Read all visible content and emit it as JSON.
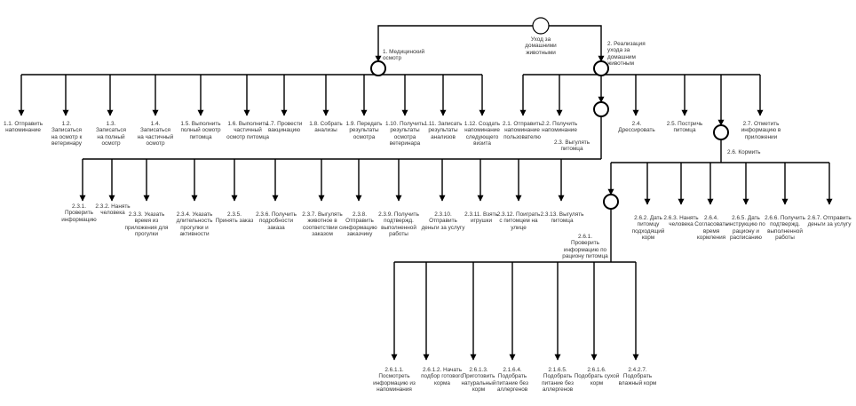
{
  "diagram": {
    "title": "Уход за\nдомашними\nживотными",
    "nodes": [
      {
        "id": "root",
        "label": "Уход за\nдомашними\nживотными"
      },
      {
        "id": "n1",
        "label": "1. Медицинский\nосмотр"
      },
      {
        "id": "n2",
        "label": "2. Реализация\nухода за\nдомашним\nживотным"
      },
      {
        "id": "n1_1",
        "label": "1.1. Отправить\nнапоминание"
      },
      {
        "id": "n1_2",
        "label": "1.2. Записаться\nна осмотр к\nветеринару"
      },
      {
        "id": "n1_3",
        "label": "1.3. Записаться\nна полный\nосмотр"
      },
      {
        "id": "n1_4",
        "label": "1.4. Записаться\nна частичный\nосмотр"
      },
      {
        "id": "n1_5",
        "label": "1.5. Выполнить\nполный осмотр\nпитомца"
      },
      {
        "id": "n1_6",
        "label": "1.6. Выполнить\nчастичный\nосмотр питомца"
      },
      {
        "id": "n1_7",
        "label": "1.7. Провести\nвакцинацию"
      },
      {
        "id": "n1_8",
        "label": "1.8. Собрать\nанализы"
      },
      {
        "id": "n1_9",
        "label": "1.9. Передать\nрезультаты\nосмотра"
      },
      {
        "id": "n1_10",
        "label": "1.10. Получить\nрезультаты\nосмотра\nветеринара"
      },
      {
        "id": "n1_11",
        "label": "1.11. Записать\nрезультаты\nанализов"
      },
      {
        "id": "n1_12",
        "label": "1.12. Создать\nнапоминание\nследующего\nвизита"
      },
      {
        "id": "n2_1",
        "label": "2.1. Отправить\nнапоминание\nпользователю"
      },
      {
        "id": "n2_2",
        "label": "2.2. Получить\nнапоминание"
      },
      {
        "id": "n2_3",
        "label": "2.3. Выгулять\nпитомца"
      },
      {
        "id": "n2_4",
        "label": "2.4.\nДрессировать"
      },
      {
        "id": "n2_5",
        "label": "2.5. Постричь\nпитомца"
      },
      {
        "id": "n2_6",
        "label": "2.6. Кормить"
      },
      {
        "id": "n2_7",
        "label": "2.7. Отметить\nинформацию в\nприложении"
      },
      {
        "id": "n2_3_1",
        "label": "2.3.1.\nПроверить\nинформацию"
      },
      {
        "id": "n2_3_2",
        "label": "2.3.2. Нанять\nчеловека"
      },
      {
        "id": "n2_3_3",
        "label": "2.3.3. Указать\nвремя из\nприложения для\nпрогулки"
      },
      {
        "id": "n2_3_4",
        "label": "2.3.4. Указать\nдлительность\nпрогулки и\nактивности"
      },
      {
        "id": "n2_3_5",
        "label": "2.3.5.\nПринять заказ"
      },
      {
        "id": "n2_3_6",
        "label": "2.3.6. Получить\nподробности\nзаказа"
      },
      {
        "id": "n2_3_7",
        "label": "2.3.7. Выгулять\nживотное в\nсоответствии с\nзаказом"
      },
      {
        "id": "n2_3_8",
        "label": "2.3.8.\nОтправить\nинформацию\nзаказчику"
      },
      {
        "id": "n2_3_9",
        "label": "2.3.9. Получить\nподтвержд.\nвыполненной\nработы"
      },
      {
        "id": "n2_3_10",
        "label": "2.3.10.\nОтправить\nденьги за услугу"
      },
      {
        "id": "n2_3_11",
        "label": "2.3.11. Взять\nигрушки"
      },
      {
        "id": "n2_3_12",
        "label": "2.3.12. Поиграть\nс питомцем на\nулице"
      },
      {
        "id": "n2_3_13",
        "label": "2.3.13. Выгулять\nпитомца"
      },
      {
        "id": "n2_6_1",
        "label": "2.6.1.\nПроверить\nинформацию по\nрациону питомца"
      },
      {
        "id": "n2_6_2",
        "label": "2.6.2. Дать\nпитомцу\nподходящий\nкорм"
      },
      {
        "id": "n2_6_3",
        "label": "2.6.3. Нанять\nчеловека"
      },
      {
        "id": "n2_6_4",
        "label": "2.6.4.\nСогласовать\nвремя\nкормления"
      },
      {
        "id": "n2_6_5",
        "label": "2.6.5. Дать\nинструкцию по\nрациону и\nрасписанию"
      },
      {
        "id": "n2_6_6",
        "label": "2.6.6. Получить\nподтвержд.\nвыполненной\nработы"
      },
      {
        "id": "n2_6_7",
        "label": "2.6.7. Отправить\nденьги за услугу"
      },
      {
        "id": "n2_6_1_1",
        "label": "2.6.1.1.\nПосмотреть\nинформацию из\nнапоминания"
      },
      {
        "id": "n2_6_1_2",
        "label": "2.6.1.2. Начать\nподбор готового\nкорма"
      },
      {
        "id": "n2_6_1_3",
        "label": "2.6.1.3.\nПриготовить\nнатуральный\nкорм"
      },
      {
        "id": "n2_6_1_4",
        "label": "2.1.6.4.\nПодобрать\nпитание без\nаллергенов"
      },
      {
        "id": "n2_6_1_5",
        "label": "2.1.6.5.\nПодобрать\nпитание без\nаллергенов"
      },
      {
        "id": "n2_6_1_6",
        "label": "2.6.1.6.\nПодобрать сухой\nкорм"
      },
      {
        "id": "n2_6_1_7",
        "label": "2.4.2.7.\nПодобрать\nвлажный корм"
      }
    ]
  }
}
